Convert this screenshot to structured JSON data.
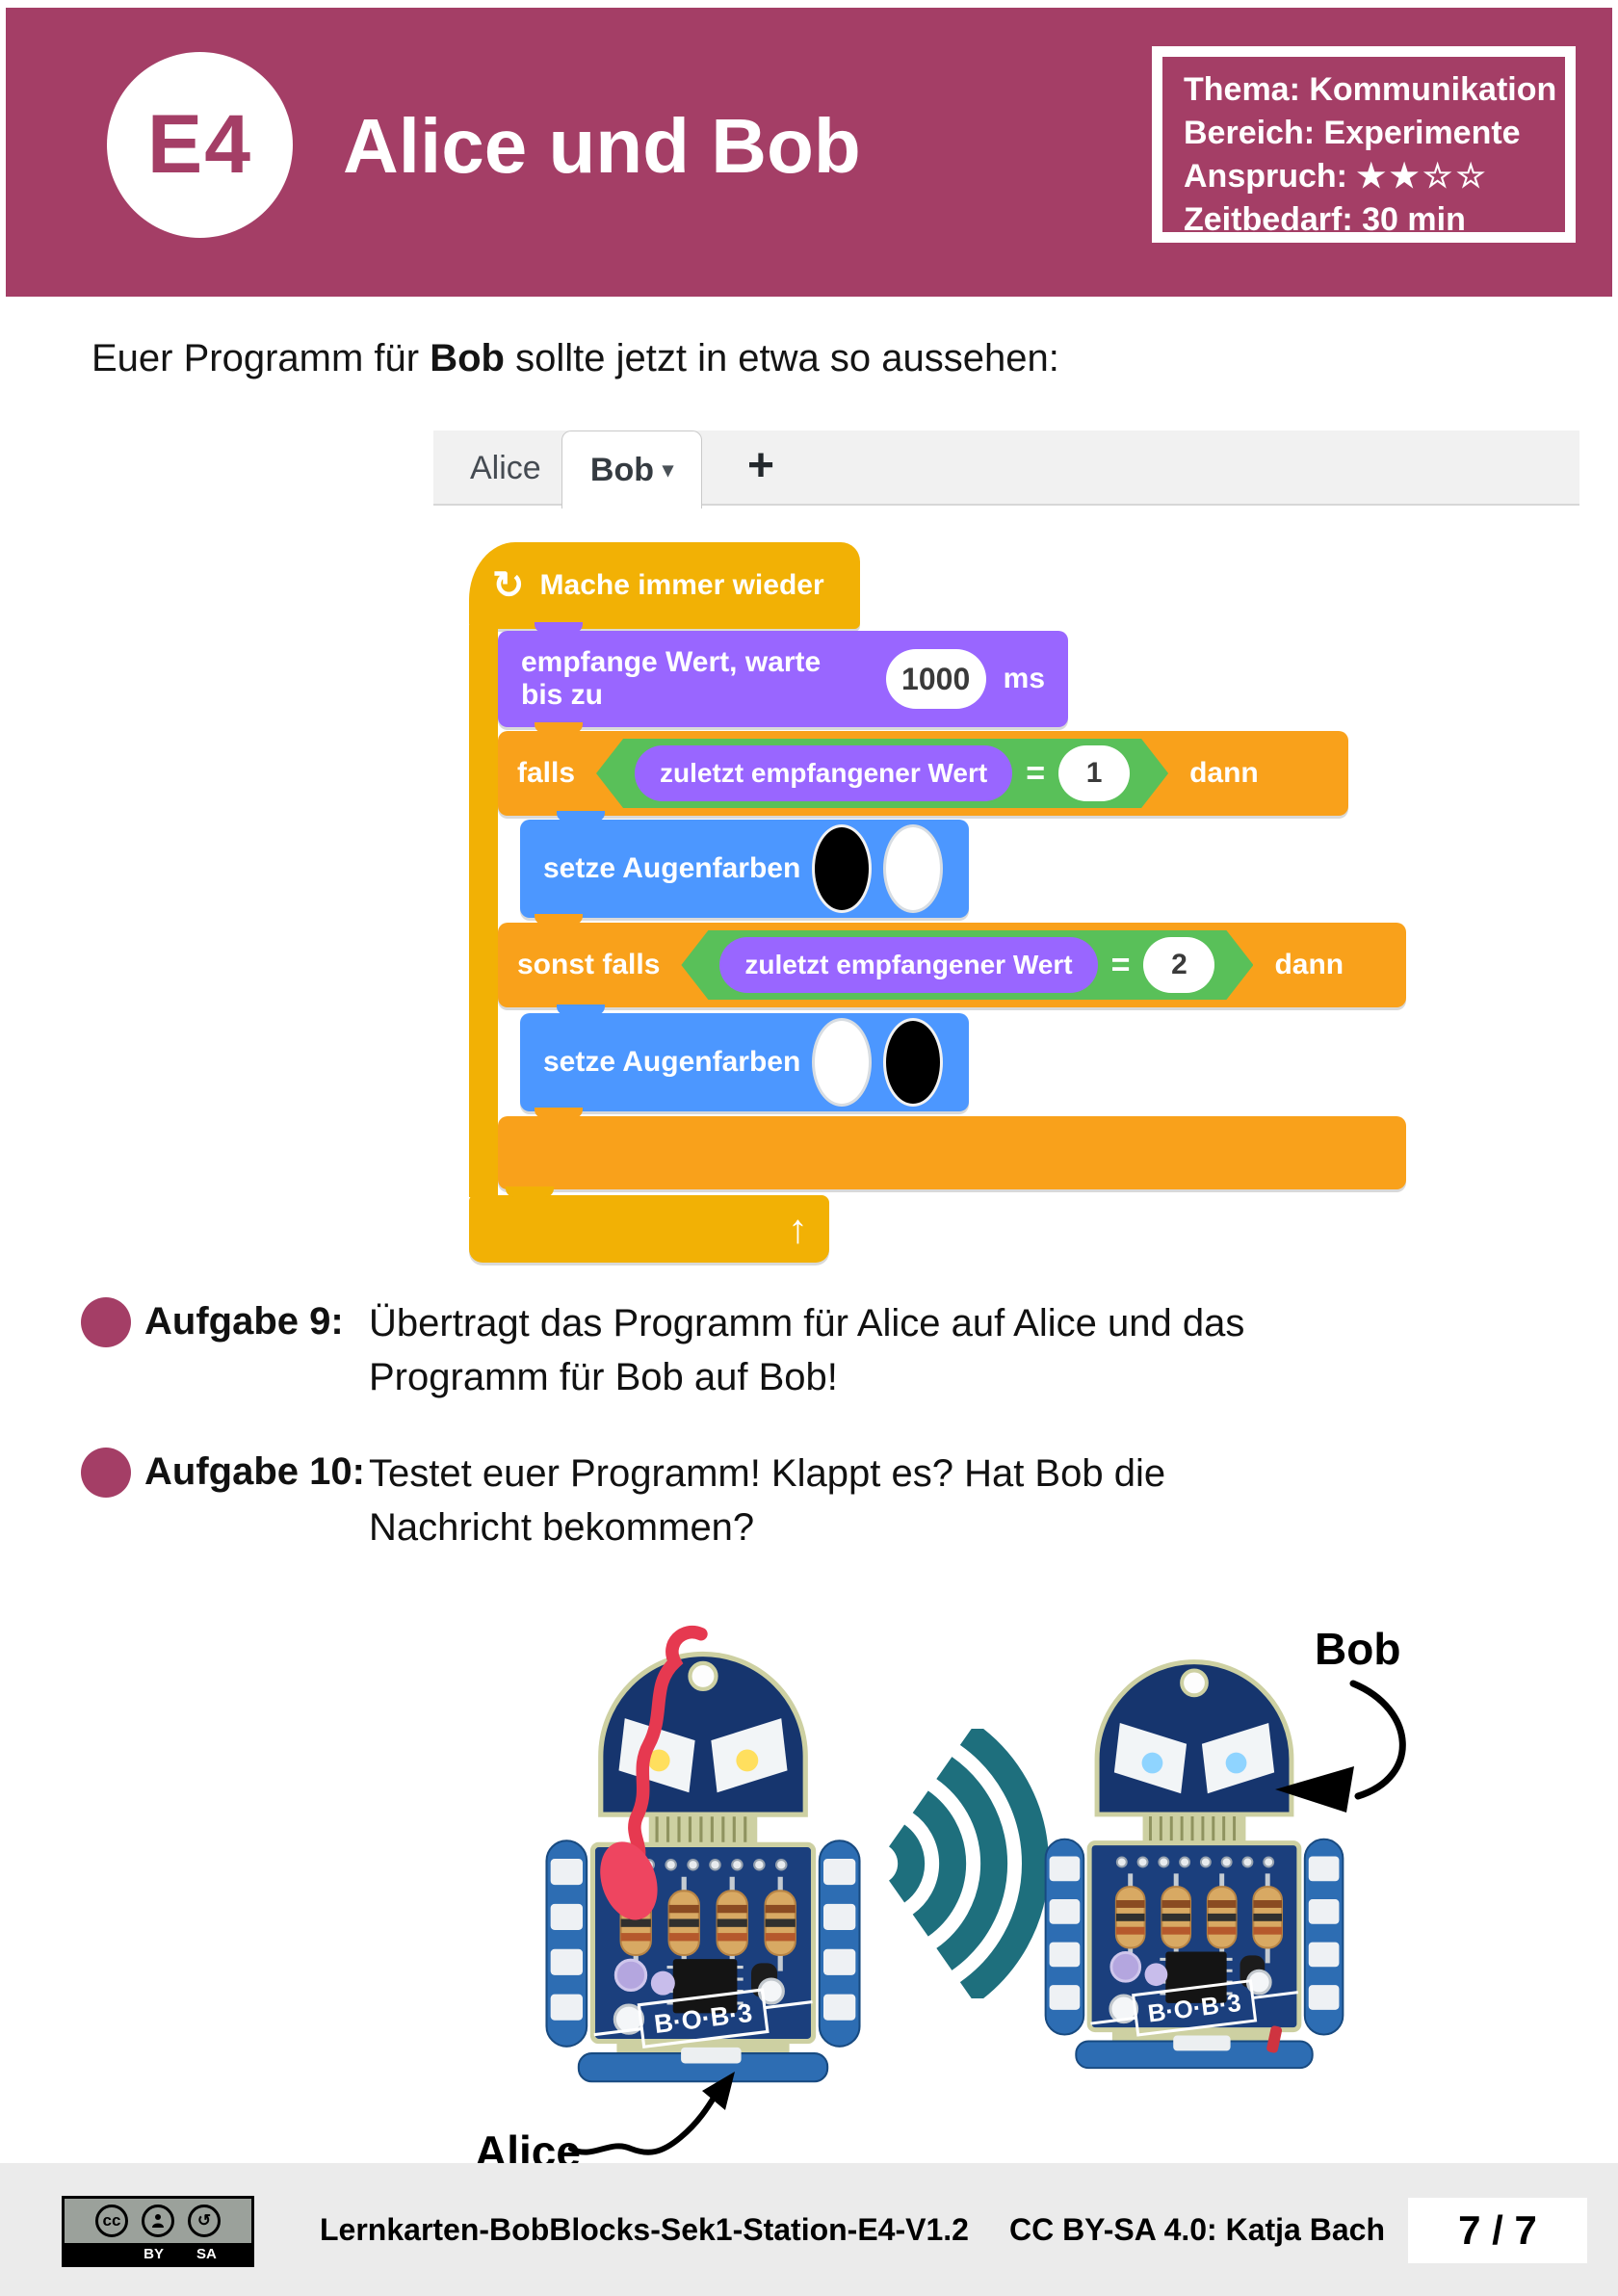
{
  "header": {
    "station_id": "E4",
    "title": "Alice und Bob",
    "info_box": {
      "thema": "Thema: Kommunikation",
      "bereich": "Bereich: Experimente",
      "anspruch_label": "Anspruch:",
      "stars_filled": "★★",
      "stars_empty": "☆☆",
      "zeitbedarf": "Zeitbedarf: 30 min"
    }
  },
  "intro": {
    "text_before": "Euer Programm für ",
    "text_bold": "Bob",
    "text_after": " sollte jetzt in etwa so aussehen:"
  },
  "editor": {
    "tabs": [
      {
        "label": "Alice",
        "active": false
      },
      {
        "label": "Bob",
        "active": true,
        "caret": "▾"
      }
    ],
    "add_tab_label": "+",
    "blocks": {
      "loop_icon": "↻",
      "loop_label": "Mache immer wieder",
      "loop_end_icon": "↑",
      "receive_label": "empfange Wert, warte bis zu",
      "receive_value": "1000",
      "receive_unit": "ms",
      "if_label": "falls",
      "elseif_label": "sonst falls",
      "then_label": "dann",
      "condition_var": "zuletzt empfangener Wert",
      "operator": "=",
      "if_value": "1",
      "elseif_value": "2",
      "set_eyes_label": "setze Augenfarben",
      "eye_pairs": {
        "if_branch": [
          "#000000",
          "#ffffff"
        ],
        "else_branch": [
          "#ffffff",
          "#000000"
        ]
      }
    }
  },
  "tasks": [
    {
      "label": "Aufgabe 9:",
      "line1": "Übertragt das Programm für Alice auf Alice und das",
      "line2": "Programm für Bob auf Bob!"
    },
    {
      "label": "Aufgabe 10:",
      "line1": "Testet euer Programm! Klappt es? Hat Bob die",
      "line2": "Nachricht bekommen?"
    }
  ],
  "figure": {
    "left_label": "Alice",
    "right_label": "Bob",
    "board_text": "B·O·B·3"
  },
  "footer": {
    "cc_badge": {
      "cc": "cc",
      "by": "BY",
      "sa": "SA",
      "sa_icon": "↺"
    },
    "doc_title": "Lernkarten-BobBlocks-Sek1-Station-E4-V1.2",
    "license": "CC BY-SA 4.0: Katja Bach",
    "page_number": "7 / 7"
  },
  "colors": {
    "accent": "#A43E66",
    "loop_gold": "#F2B105",
    "control_orange": "#F9A11B",
    "receive_purple": "#9966FF",
    "eyes_blue": "#4C97FF",
    "condition_green": "#59C059",
    "signal_teal": "#1E6F7D",
    "footer_gray": "#EBEBEB"
  }
}
